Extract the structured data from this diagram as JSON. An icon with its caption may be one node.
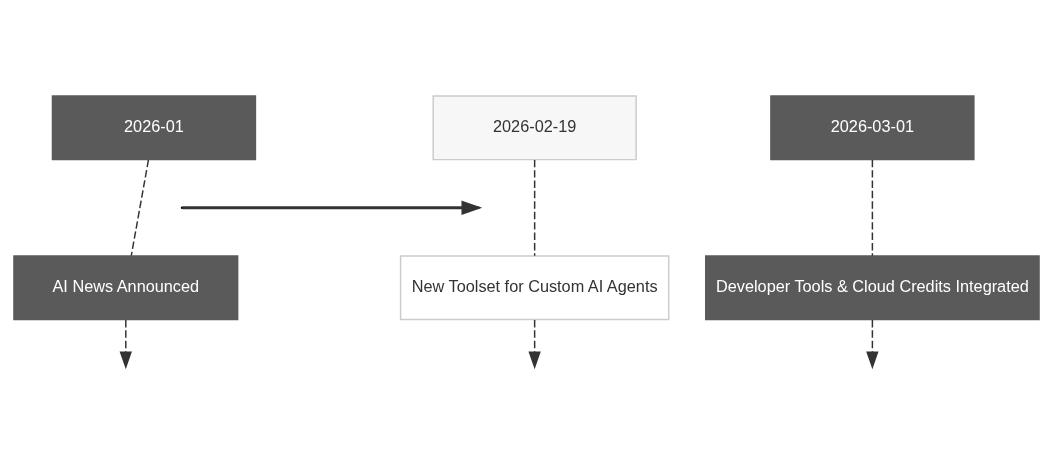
{
  "diagram": {
    "nodes": [
      {
        "text": [
          "2026-01"
        ]
      },
      {
        "text": [
          "2026-02-19"
        ]
      },
      {
        "text": [
          "2026-03-01"
        ]
      },
      {
        "text": [
          "AI News Announced"
        ]
      },
      {
        "text": [
          "New Toolset for Custom AI Agents"
        ]
      },
      {
        "text": [
          "Developer Tools & Cloud Credits Integrated"
        ]
      }
    ],
    "edges": [
      {
        "from": 0,
        "to": 3,
        "arrow": "none",
        "style": "dashed"
      },
      {
        "from": 1,
        "to": 4,
        "arrow": "none",
        "style": "dashed"
      },
      {
        "from": 2,
        "to": 5,
        "arrow": "none",
        "style": "dashed"
      },
      {
        "from": 3,
        "to": null,
        "arrow": "to",
        "style": "dashed"
      },
      {
        "from": 4,
        "to": null,
        "arrow": "to",
        "style": "dashed"
      },
      {
        "from": 5,
        "to": null,
        "arrow": "to",
        "style": "dashed"
      }
    ]
  }
}
